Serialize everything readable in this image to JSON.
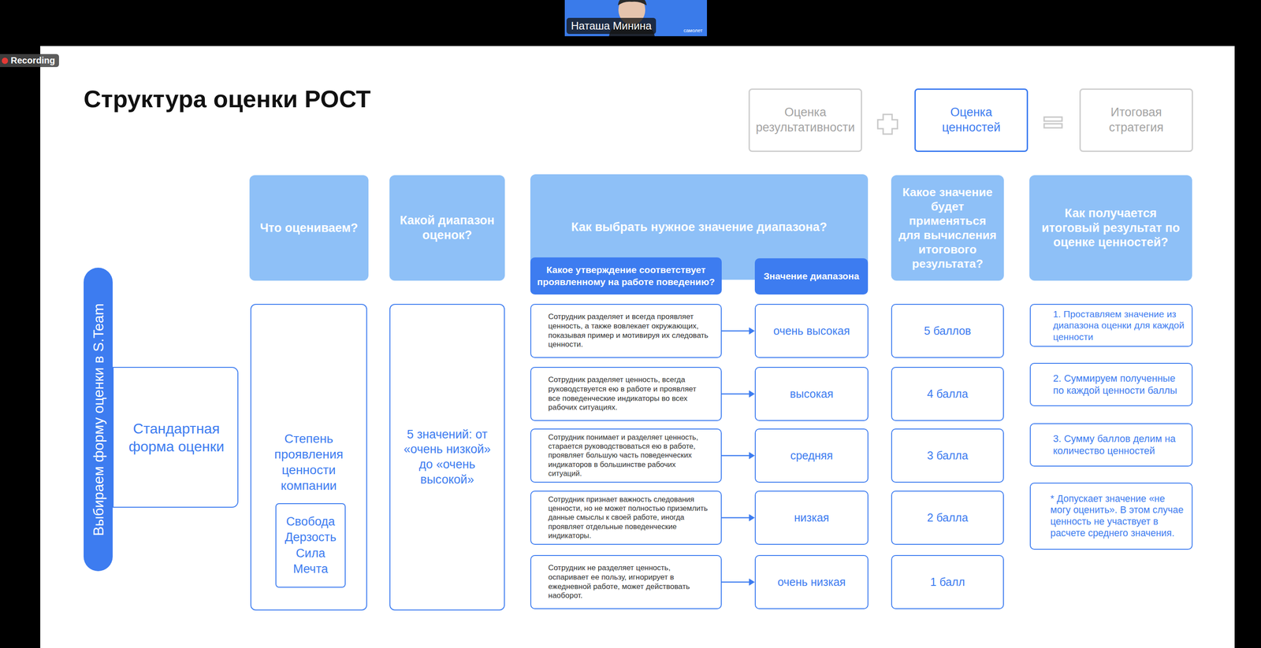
{
  "diagram": {
    "title": "Структура оценки РОСТ",
    "nodes": [
      {
        "text": [
          "Наташа Минина",
          "самолет"
        ]
      },
      {
        "text": [
          "Оценка результативности"
        ]
      },
      {
        "text": [
          "Оценка ценностей"
        ]
      },
      {
        "text": [
          "Итоговая стратегия"
        ]
      },
      {
        "text": [
          "Выбираем форму оценки в S.Team"
        ]
      },
      {
        "text": [
          "Стандартная форма оценки"
        ]
      },
      {
        "text": [
          "Что оцениваем?"
        ]
      },
      {
        "text": [
          "Какой диапазон оценок?"
        ]
      },
      {
        "text": [
          "Как выбрать нужное значение диапазона?"
        ]
      },
      {
        "text": [
          "Какое утверждение соответствует проявленному на работе поведению?"
        ],
        "in": 8
      },
      {
        "text": [
          "Значение диапазона"
        ],
        "in": 8
      },
      {
        "text": [
          "Какое значение будет применяться для вычисления итогового результата?"
        ]
      },
      {
        "text": [
          "Как получается итоговый результат по оценке ценностей?"
        ]
      },
      {
        "text": [
          "Степень проявления ценности компании"
        ]
      },
      {
        "text": [
          "Свобода Дерзость Сила Мечта"
        ],
        "in": 13
      },
      {
        "text": [
          "5 значений: от «очень низкой» до «очень высокой»"
        ]
      },
      {
        "text": [
          "Сотрудник разделяет и всегда проявляет ценность, а также вовлекает окружающих, показывая пример и мотивируя их следовать ценности."
        ]
      },
      {
        "text": [
          "Сотрудник разделяет ценность, всегда руководствуется ею в работе и проявляет все поведенческие индикаторы во всех рабочих ситуациях."
        ]
      },
      {
        "text": [
          "Сотрудник понимает и разделяет ценность, старается руководствоваться ею в работе, проявляет большую часть поведенческих индикаторов в большинстве рабочих ситуаций."
        ]
      },
      {
        "text": [
          "Сотрудник признает важность следования ценности, но не может полностью приземлить данные смыслы к своей работе, иногда проявляет отдельные поведенческие индикаторы."
        ]
      },
      {
        "text": [
          "Сотрудник не разделяет ценность, оспаривает ее пользу, игнорирует в ежедневной работе, может действовать наоборот."
        ]
      },
      {
        "text": [
          "очень высокая"
        ]
      },
      {
        "text": [
          "высокая"
        ]
      },
      {
        "text": [
          "средняя"
        ]
      },
      {
        "text": [
          "низкая"
        ]
      },
      {
        "text": [
          "очень низкая"
        ]
      },
      {
        "text": [
          "5 баллов"
        ]
      },
      {
        "text": [
          "4 балла"
        ]
      },
      {
        "text": [
          "3 балла"
        ]
      },
      {
        "text": [
          "2 балла"
        ]
      },
      {
        "text": [
          "1 балл"
        ]
      },
      {
        "text": [
          "1. Проставляем значение из диапазона оценки для каждой ценности"
        ]
      },
      {
        "text": [
          "2. Суммируем полученные по каждой ценности баллы"
        ]
      },
      {
        "text": [
          "3. Сумму баллов делим на количество ценностей"
        ]
      },
      {
        "text": [
          "* Допускает значение «не могу оценить». В этом случае ценность не участвует в расчете среднего значения."
        ]
      }
    ],
    "edges": [
      {
        "from": 16,
        "to": 21,
        "arrow": "to"
      },
      {
        "from": 17,
        "to": 22,
        "arrow": "to"
      },
      {
        "from": 18,
        "to": 23,
        "arrow": "to"
      },
      {
        "from": 19,
        "to": 24,
        "arrow": "to"
      },
      {
        "from": 20,
        "to": 25,
        "arrow": "to"
      }
    ],
    "labels": [
      "Recording"
    ]
  }
}
